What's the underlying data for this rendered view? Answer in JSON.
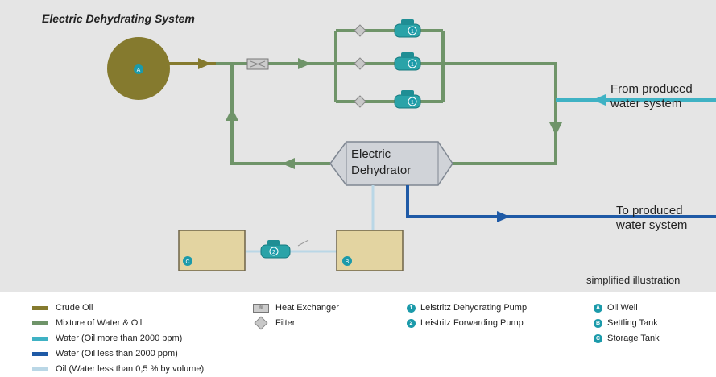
{
  "diagram": {
    "title": "Electric Dehydrating System",
    "dehydrator_label_line1": "Electric",
    "dehydrator_label_line2": "Dehydrator",
    "from_line1": "From  produced",
    "from_line2": "water system",
    "to_line1": "To produced",
    "to_line2": "water system",
    "note": "simplified illustration",
    "oil_well_badge": "A",
    "settling_badge": "B",
    "storage_badge": "C",
    "pump1_badge": "1",
    "pump2_badge": "2"
  },
  "legend": {
    "lines": [
      {
        "label": "Crude Oil",
        "color": "#857a2e"
      },
      {
        "label": "Mixture of Water & Oil",
        "color": "#6f9469"
      },
      {
        "label": "Water (Oil more than 2000 ppm)",
        "color": "#3fb2c4"
      },
      {
        "label": "Water (Oil less than 2000 ppm)",
        "color": "#1f5aa6"
      },
      {
        "label": "Oil (Water less than 0,5 % by volume)",
        "color": "#bad7e6"
      }
    ],
    "components": [
      {
        "label": "Heat Exchanger",
        "icon": "heat-exchanger-icon"
      },
      {
        "label": "Filter",
        "icon": "filter-icon"
      }
    ],
    "pumps": [
      {
        "badge": "1",
        "label": "Leistritz Dehydrating Pump"
      },
      {
        "badge": "2",
        "label": "Leistritz Forwarding Pump"
      }
    ],
    "tanks": [
      {
        "badge": "A",
        "label": "Oil Well"
      },
      {
        "badge": "B",
        "label": "Settling Tank"
      },
      {
        "badge": "C",
        "label": "Storage Tank"
      }
    ]
  },
  "colors": {
    "crude_oil": "#857a2e",
    "mixture": "#6f9469",
    "water_high": "#3fb2c4",
    "water_low": "#1f5aa6",
    "oil_light": "#bad7e6",
    "badge": "#1b9aaa",
    "pump": "#2aa3a8",
    "tank_fill": "#e3d4a1"
  }
}
